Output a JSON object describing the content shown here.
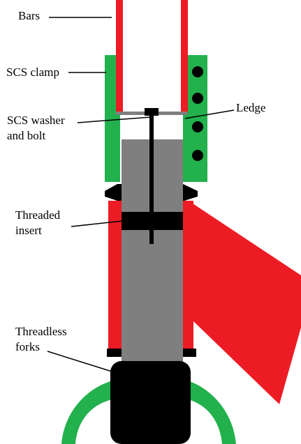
{
  "colors": {
    "bars_red": "#ed1c24",
    "clamp_green": "#22b14c",
    "steerer_gray": "#7f7f7f",
    "black": "#000000",
    "background": "#ffffff"
  },
  "labels": {
    "bars": "Bars",
    "scs_clamp": "SCS clamp",
    "scs_washer_line1": "SCS washer",
    "scs_washer_line2": "and bolt",
    "ledge": "Ledge",
    "threaded_insert_line1": "Threaded",
    "threaded_insert_line2": "insert",
    "threadless_forks_line1": "Threadless",
    "threadless_forks_line2": "forks"
  }
}
